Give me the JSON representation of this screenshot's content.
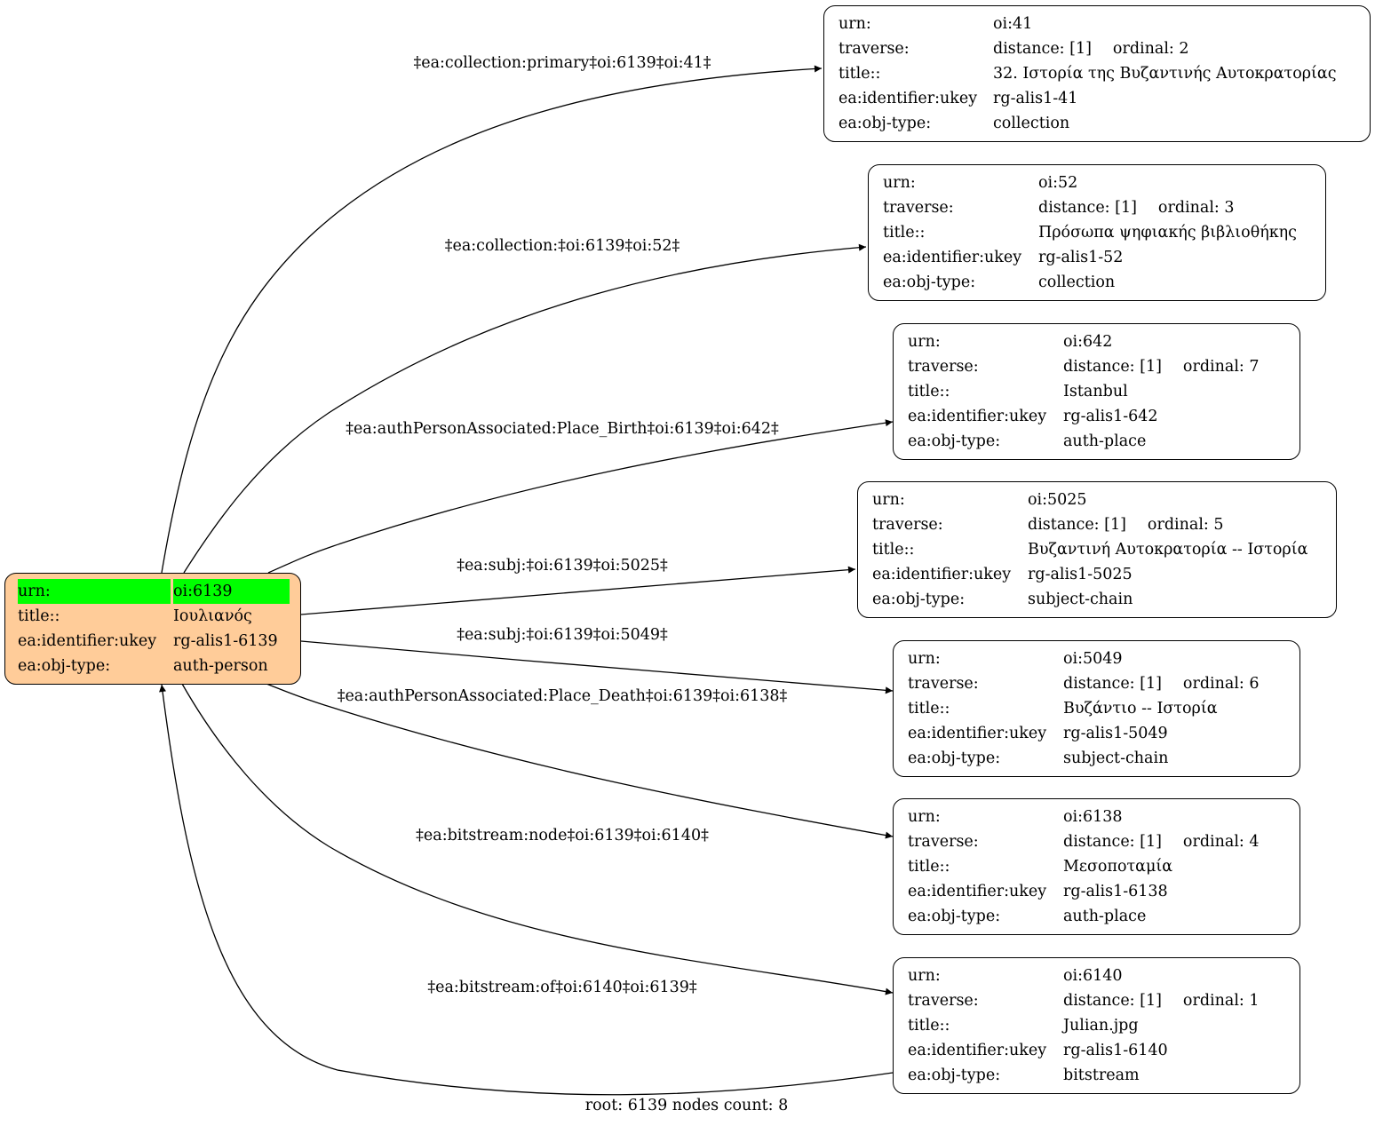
{
  "root": {
    "rows": [
      {
        "key": "urn:",
        "value": "oi:6139"
      },
      {
        "key": "title::",
        "value": "Ιουλιανός"
      },
      {
        "key": "ea:identifier:ukey",
        "value": "rg-alis1-6139"
      },
      {
        "key": "ea:obj-type:",
        "value": "auth-person"
      }
    ],
    "fill_color": "#ffcc99",
    "highlight_color": "#00ff00"
  },
  "nodes": [
    {
      "urn": "oi:41",
      "distance": "distance: [1]",
      "ordinal": "ordinal: 2",
      "title": "32. Ιστορία της Βυζαντινής Αυτοκρατορίας",
      "ukey": "rg-alis1-41",
      "obj_type": "collection"
    },
    {
      "urn": "oi:52",
      "distance": "distance: [1]",
      "ordinal": "ordinal: 3",
      "title": "Πρόσωπα ψηφιακής βιβλιοθήκης",
      "ukey": "rg-alis1-52",
      "obj_type": "collection"
    },
    {
      "urn": "oi:642",
      "distance": "distance: [1]",
      "ordinal": "ordinal: 7",
      "title": "Istanbul",
      "ukey": "rg-alis1-642",
      "obj_type": "auth-place"
    },
    {
      "urn": "oi:5025",
      "distance": "distance: [1]",
      "ordinal": "ordinal: 5",
      "title": "Βυζαντινή Αυτοκρατορία -- Ιστορία",
      "ukey": "rg-alis1-5025",
      "obj_type": "subject-chain"
    },
    {
      "urn": "oi:5049",
      "distance": "distance: [1]",
      "ordinal": "ordinal: 6",
      "title": "Βυζάντιο -- Ιστορία",
      "ukey": "rg-alis1-5049",
      "obj_type": "subject-chain"
    },
    {
      "urn": "oi:6138",
      "distance": "distance: [1]",
      "ordinal": "ordinal: 4",
      "title": "Μεσοποταμία",
      "ukey": "rg-alis1-6138",
      "obj_type": "auth-place"
    },
    {
      "urn": "oi:6140",
      "distance": "distance: [1]",
      "ordinal": "ordinal: 1",
      "title": "Julian.jpg",
      "ukey": "rg-alis1-6140",
      "obj_type": "bitstream"
    }
  ],
  "keys": {
    "urn": "urn:",
    "traverse": "traverse:",
    "title": "title::",
    "ukey": "ea:identifier:ukey",
    "obj_type": "ea:obj-type:"
  },
  "edges": [
    {
      "label": "‡ea:collection:primary‡oi:6139‡oi:41‡"
    },
    {
      "label": "‡ea:collection:‡oi:6139‡oi:52‡"
    },
    {
      "label": "‡ea:authPersonAssociated:Place_Birth‡oi:6139‡oi:642‡"
    },
    {
      "label": "‡ea:subj:‡oi:6139‡oi:5025‡"
    },
    {
      "label": "‡ea:subj:‡oi:6139‡oi:5049‡"
    },
    {
      "label": "‡ea:authPersonAssociated:Place_Death‡oi:6139‡oi:6138‡"
    },
    {
      "label": "‡ea:bitstream:node‡oi:6139‡oi:6140‡"
    },
    {
      "label": "‡ea:bitstream:of‡oi:6140‡oi:6139‡"
    }
  ],
  "footer": "root: 6139 nodes count: 8"
}
